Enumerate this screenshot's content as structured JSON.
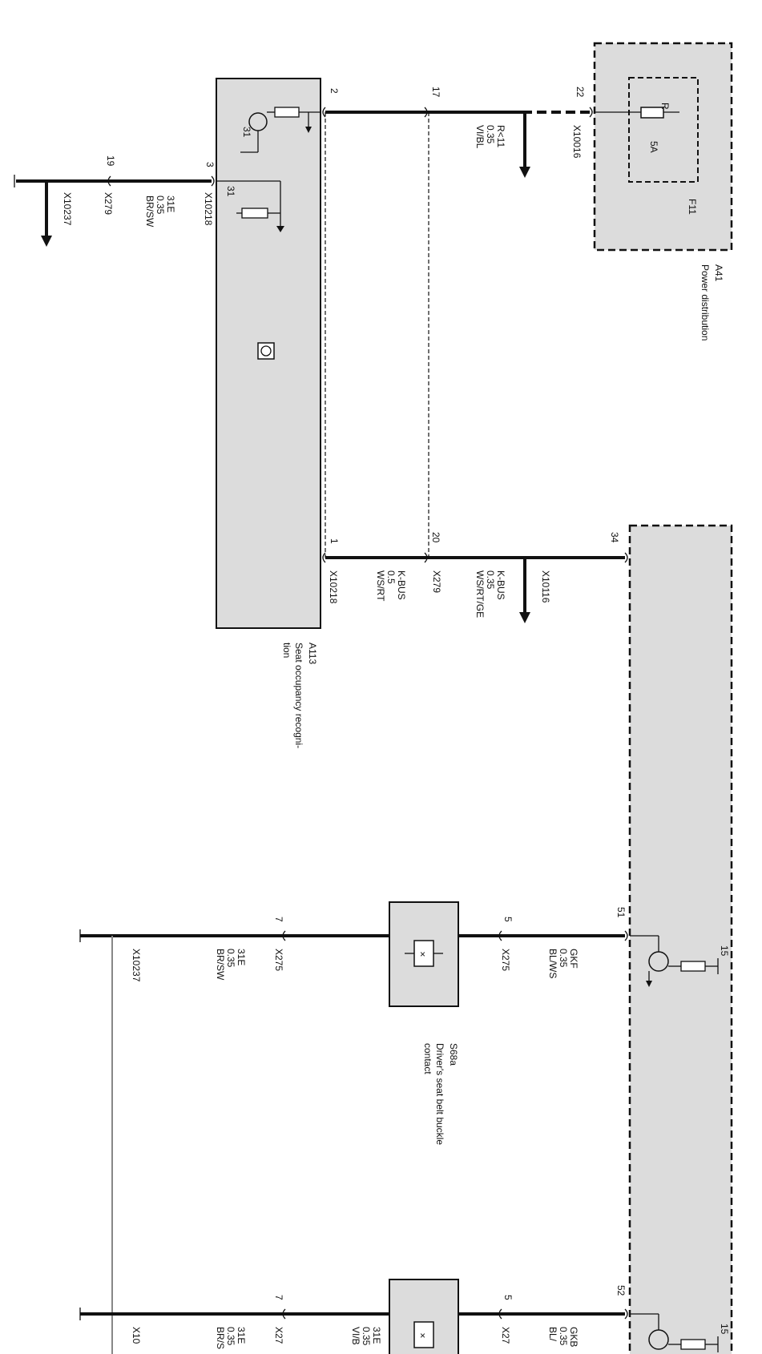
{
  "modules": {
    "a41": {
      "code": "A41",
      "name": "Power distribution"
    },
    "a41_fuse": {
      "code": "F11",
      "rating": "5A",
      "terminal": "R"
    },
    "a113": {
      "code": "A113",
      "name_line1": "Seat occupancy recogni-",
      "name_line2": "tion"
    },
    "s68a": {
      "code": "S68a",
      "name_line1": "Driver's seat belt buckle",
      "name_line2": "contact"
    }
  },
  "pins": {
    "p22": "22",
    "p17": "17",
    "p2": "2",
    "p3": "3",
    "p19": "19",
    "p1": "1",
    "p20": "20",
    "p34": "34",
    "p51": "51",
    "p5a": "5",
    "p7a": "7",
    "p52": "52",
    "p5b": "5",
    "p7b": "7",
    "p31a": "31",
    "p31b": "31",
    "p15a": "15",
    "p15b": "15"
  },
  "wires": {
    "w1": {
      "connector": "X10016",
      "size": "0.35",
      "color": "VI/BL",
      "ref": "R<11"
    },
    "w2": {
      "connector": "X10218",
      "signal": "31E",
      "size": "0.35",
      "color": "BR/SW",
      "connector2": "X279"
    },
    "w3": {
      "connector": "X10237"
    },
    "w4": {
      "connector": "X10218",
      "signal": "K-BUS",
      "size": "0.5",
      "color": "WS/RT",
      "connector2": "X279"
    },
    "w5": {
      "signal": "K-BUS",
      "size": "0.35",
      "color": "WS/RT/GE",
      "connector": "X10116"
    },
    "w6": {
      "connector": "X275",
      "signal": "GKF",
      "size": "0.35",
      "color": "BL/WS"
    },
    "w7": {
      "connector": "X275",
      "signal": "31E",
      "size": "0.35",
      "color": "BR/SW",
      "connector2": "X10237"
    },
    "w8": {
      "connector": "X27",
      "signal": "GKB",
      "size": "0.35",
      "color": "BL/"
    },
    "w9": {
      "connector": "X27",
      "signal": "31E",
      "size": "0.35",
      "color": "VI/B",
      "color2": "BR/S",
      "connector2": "X10"
    }
  }
}
